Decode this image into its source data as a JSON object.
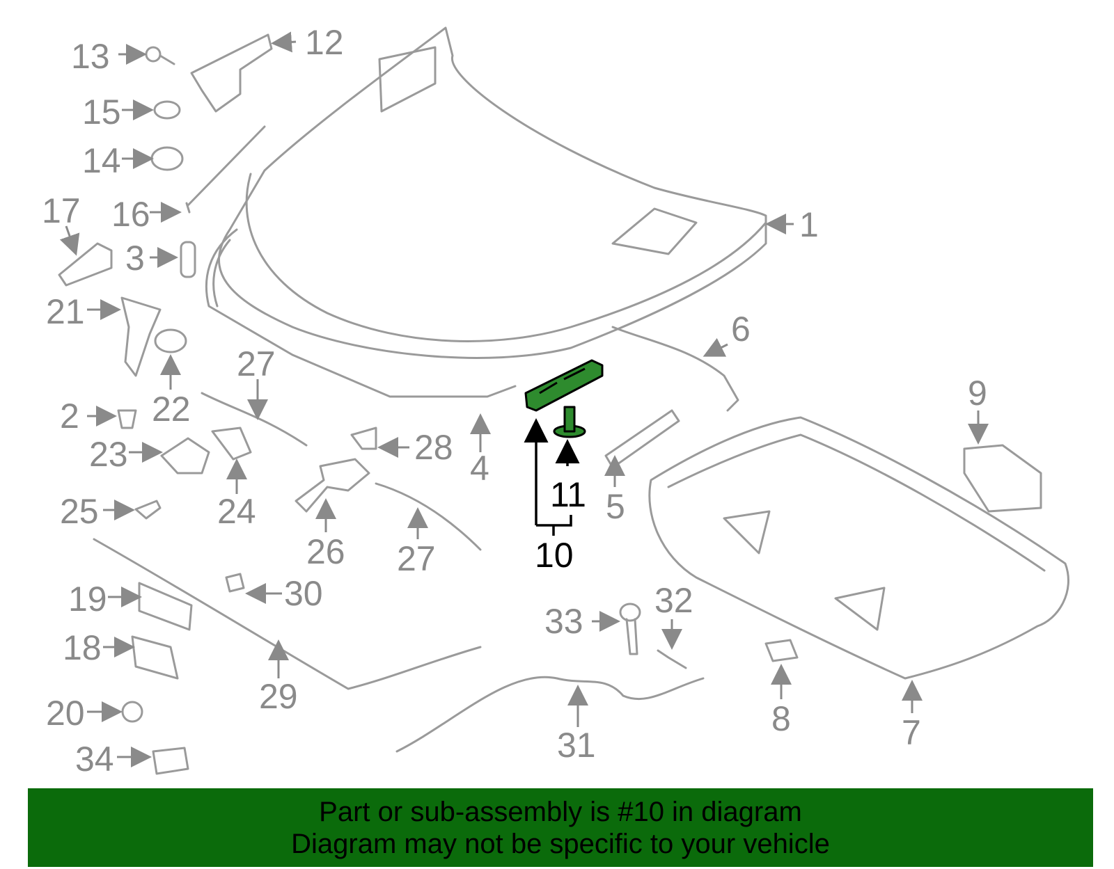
{
  "diagram": {
    "highlighted_part": "10",
    "highlight_color": "#2e8b2e",
    "callouts": {
      "c1": "1",
      "c2": "2",
      "c3": "3",
      "c4": "4",
      "c5": "5",
      "c6": "6",
      "c7": "7",
      "c8": "8",
      "c9": "9",
      "c10": "10",
      "c11": "11",
      "c12": "12",
      "c13": "13",
      "c14": "14",
      "c15": "15",
      "c16": "16",
      "c17": "17",
      "c18": "18",
      "c19": "19",
      "c20": "20",
      "c21": "21",
      "c22": "22",
      "c23": "23",
      "c24": "24",
      "c25": "25",
      "c26": "26",
      "c27a": "27",
      "c27b": "27",
      "c28": "28",
      "c29": "29",
      "c30": "30",
      "c31": "31",
      "c32": "32",
      "c33": "33",
      "c34": "34"
    }
  },
  "banner": {
    "line1": "Part or sub-assembly is #10 in diagram",
    "line2": "Diagram may not be specific to your vehicle",
    "background": "#0b6b0b"
  }
}
